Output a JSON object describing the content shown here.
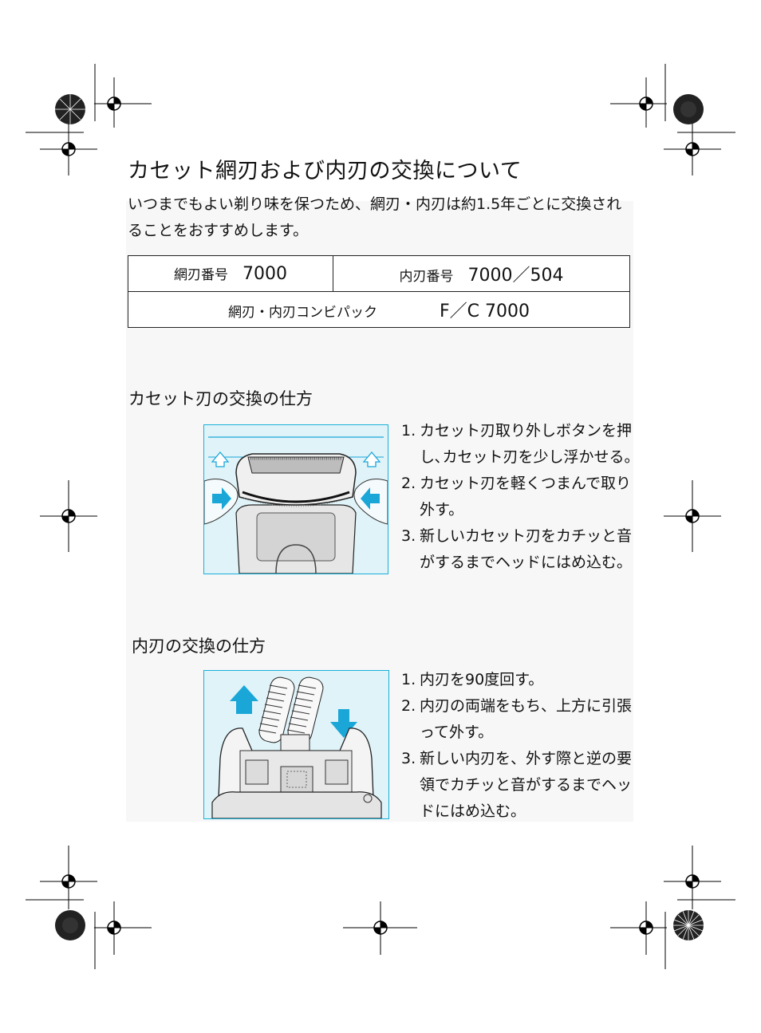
{
  "heading": "カセット網刃および内刃の交換について",
  "intro": {
    "line1": "いつまでもよい剃り味を保つため、網刃・内刃は約1.5年ごとに交換され",
    "line2": "ることをおすすめします。"
  },
  "parts_table": {
    "foil_label": "網刃番号",
    "foil_number": "7000",
    "cutter_label": "内刃番号",
    "cutter_number": "7000／504",
    "combi_label": "網刃・内刃コンビパック",
    "combi_number": "F／C 7000"
  },
  "cassette_section": {
    "title": "カセット刃の交換の仕方",
    "steps": [
      {
        "num": "1.",
        "line1": "カセット刃取り外しボタンを押",
        "line2": "し､カセット刃を少し浮かせる。"
      },
      {
        "num": "2.",
        "line1": "カセット刃を軽くつまんで取り",
        "line2": "外す。"
      },
      {
        "num": "3.",
        "line1": "新しいカセット刃をカチッと音",
        "line2": "がするまでヘッドにはめ込む。"
      }
    ]
  },
  "cutter_section": {
    "title": "内刃の交換の仕方",
    "steps": [
      {
        "num": "1.",
        "line1": "内刃を90度回す。"
      },
      {
        "num": "2.",
        "line1": "内刃の両端をもち、上方に引張",
        "line2": "って外す。"
      },
      {
        "num": "3.",
        "line1": "新しい内刃を、外す際と逆の要",
        "line2": "領でカチッと音がするまでヘッ",
        "line3": "ドにはめ込む。"
      }
    ]
  },
  "colors": {
    "illustration_bg": "#dff3f8",
    "illustration_border": "#19b0d8",
    "arrow_blue": "#1aa7d8",
    "panel_bg": "#f7f7f7"
  }
}
